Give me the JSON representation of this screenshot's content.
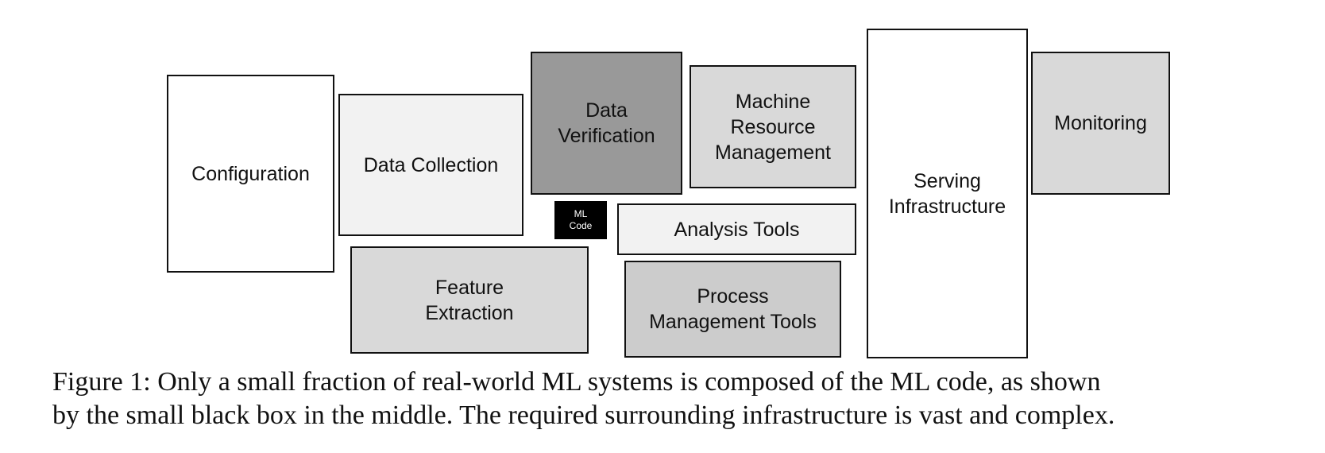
{
  "diagram": {
    "boxes": [
      {
        "id": "configuration",
        "label": "Configuration",
        "fill": "#ffffff"
      },
      {
        "id": "data-collection",
        "label": "Data Collection",
        "fill": "#f2f2f2"
      },
      {
        "id": "feature-extraction",
        "label": "Feature\nExtraction",
        "fill": "#d9d9d9"
      },
      {
        "id": "data-verification",
        "label": "Data\nVerification",
        "fill": "#999999"
      },
      {
        "id": "ml-code",
        "label": "ML\nCode",
        "fill": "#000000"
      },
      {
        "id": "machine-resource-management",
        "label": "Machine\nResource\nManagement",
        "fill": "#d9d9d9"
      },
      {
        "id": "analysis-tools",
        "label": "Analysis Tools",
        "fill": "#f2f2f2"
      },
      {
        "id": "process-management-tools",
        "label": "Process\nManagement Tools",
        "fill": "#cccccc"
      },
      {
        "id": "serving-infrastructure",
        "label": "Serving\nInfrastructure",
        "fill": "#ffffff"
      },
      {
        "id": "monitoring",
        "label": "Monitoring",
        "fill": "#d9d9d9"
      }
    ]
  },
  "caption": {
    "line1": "Figure 1: Only a small fraction of real-world ML systems is composed of the ML code, as shown",
    "line2": "by the small black box in the middle. The required surrounding infrastructure is vast and complex."
  }
}
